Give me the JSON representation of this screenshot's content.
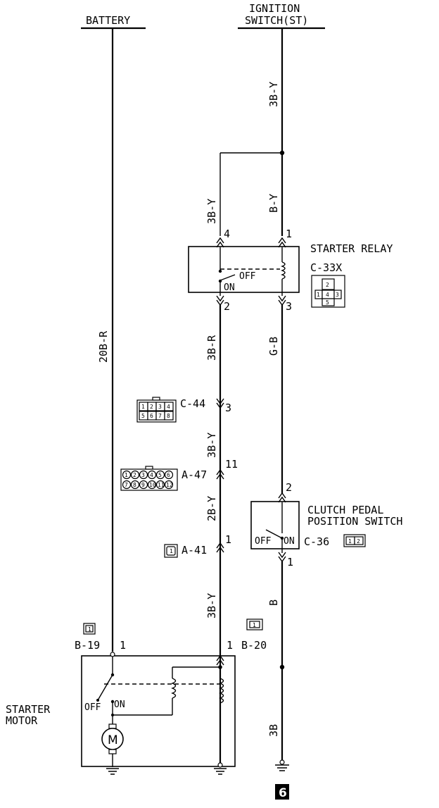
{
  "sources": {
    "battery": "BATTERY",
    "ignition_line1": "IGNITION",
    "ignition_line2": "SWITCH(ST)"
  },
  "wires": {
    "battery_main": "20B-R",
    "ign_top": "3B-Y",
    "relay_left_in": "3B-Y",
    "relay_right_in": "B-Y",
    "relay_left_out": "3B-R",
    "relay_right_out": "G-B",
    "c44_a47": "3B-Y",
    "a47_a41": "2B-Y",
    "a41_b20": "3B-Y",
    "clutch_out": "B",
    "ground_wire": "3B"
  },
  "components": {
    "starter_relay": {
      "name": "STARTER RELAY",
      "code": "C-33X",
      "off": "OFF",
      "on": "ON"
    },
    "clutch_switch": {
      "line1": "CLUTCH PEDAL",
      "line2": "POSITION SWITCH",
      "code": "C-36",
      "off": "OFF",
      "on": "ON"
    },
    "starter_motor": {
      "line1": "STARTER",
      "line2": "MOTOR",
      "off": "OFF",
      "on": "ON",
      "motor": "M"
    }
  },
  "connectors": {
    "c44": {
      "code": "C-44",
      "pin": "3",
      "cells": [
        "1",
        "2",
        "3",
        "4",
        "5",
        "6",
        "7",
        "8"
      ]
    },
    "a47": {
      "code": "A-47",
      "pin": "11",
      "cells": [
        "1",
        "2",
        "3",
        "4",
        "5",
        "6",
        "7",
        "8",
        "9",
        "10",
        "11",
        "12"
      ]
    },
    "a41": {
      "code": "A-41",
      "pin": "1",
      "cells": [
        "1"
      ]
    },
    "b19": {
      "code": "B-19",
      "pin": "1",
      "cells": [
        "1"
      ]
    },
    "b20": {
      "code": "B-20",
      "pin": "1",
      "cells": [
        "1"
      ]
    },
    "c33x": {
      "cells": [
        "1",
        "2",
        "3",
        "4",
        "5"
      ]
    },
    "c36": {
      "cells": [
        "1",
        "2"
      ]
    }
  },
  "pins": {
    "relay_4": "4",
    "relay_1": "1",
    "relay_2": "2",
    "relay_3": "3",
    "clutch_2": "2",
    "clutch_1": "1"
  },
  "ground_ref": "6"
}
